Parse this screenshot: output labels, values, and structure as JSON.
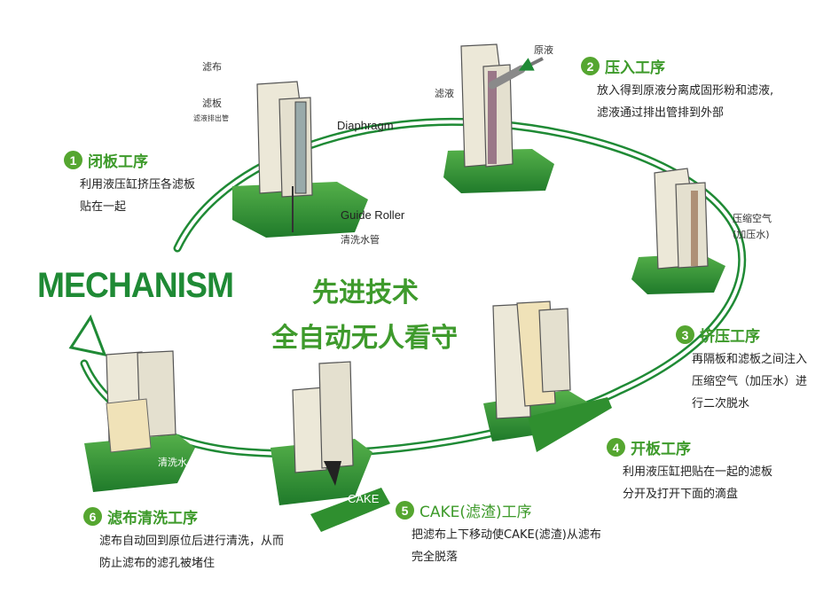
{
  "title": "MECHANISM",
  "slogan_line1": "先进技术",
  "slogan_line2": "全自动无人看守",
  "colors": {
    "green": "#3d9a2a",
    "dark_green": "#1f8a35",
    "plate": "#ece8d8"
  },
  "labels": {
    "filter_cloth": "滤布",
    "filter_plate": "滤板",
    "small_pipe": "滤液排出管",
    "diaphragm": "Diaphragm",
    "guide_roller": "Guide Roller",
    "wash_pipe": "清洗水管",
    "raw_liquid": "原液",
    "filtrate": "滤液",
    "compressed_air_1": "压缩空气",
    "compressed_air_2": "(加压水)",
    "wash_water": "清洗水",
    "cake": "CAKE"
  },
  "steps": [
    {
      "num": "1",
      "title": "闭板工序",
      "lines": [
        "利用液压缸挤压各滤板",
        "贴在一起"
      ]
    },
    {
      "num": "2",
      "title": "压入工序",
      "lines": [
        "放入得到原液分离成固形粉和滤液,",
        "滤液通过排出管排到外部"
      ]
    },
    {
      "num": "3",
      "title": "挤压工序",
      "lines": [
        "再隔板和滤板之间注入",
        "压缩空气（加压水）进",
        "行二次脱水"
      ]
    },
    {
      "num": "4",
      "title": "开板工序",
      "lines": [
        "利用液压缸把贴在一起的滤板",
        "分开及打开下面的滴盘"
      ]
    },
    {
      "num": "5",
      "title": "CAKE(滤渣)工序",
      "lines": [
        "把滤布上下移动使CAKE(滤渣)从滤布",
        "完全脱落"
      ]
    },
    {
      "num": "6",
      "title": "滤布清洗工序",
      "lines": [
        "滤布自动回到原位后进行清洗，从而",
        "防止滤布的滤孔被堵住"
      ]
    }
  ]
}
